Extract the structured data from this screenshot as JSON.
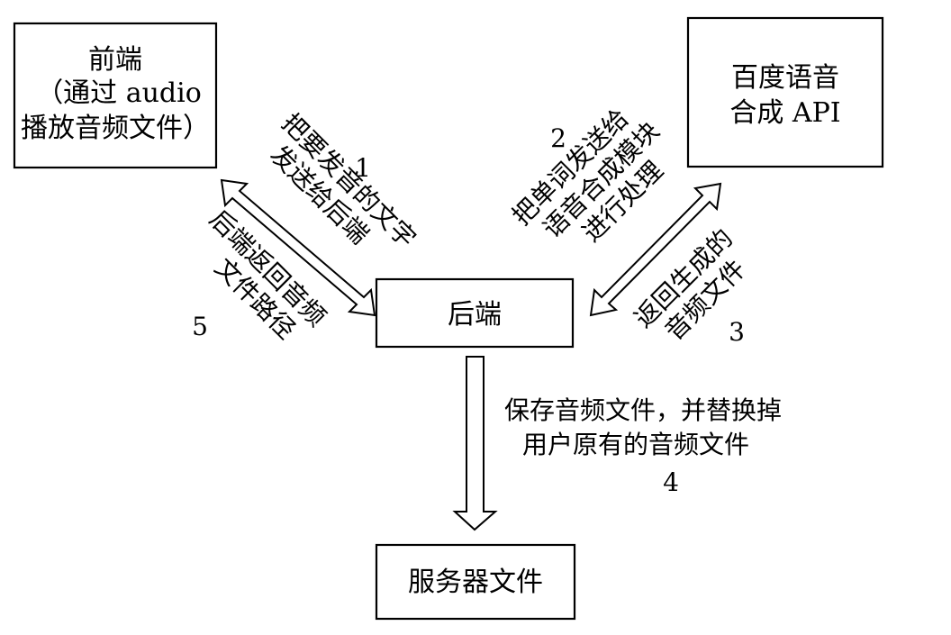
{
  "nodes": {
    "frontend": {
      "lines": [
        "前端",
        "（通过 audio",
        "播放音频文件）"
      ]
    },
    "baidu": {
      "lines": [
        "百度语音",
        "合成 API"
      ]
    },
    "backend": {
      "lines": [
        "后端"
      ]
    },
    "server": {
      "lines": [
        "服务器文件"
      ]
    }
  },
  "edges": {
    "step1": {
      "number": "1",
      "lines": [
        "把要发音的文字",
        "发送给后端"
      ]
    },
    "step5": {
      "number": "5",
      "lines": [
        "后端返回音频",
        "文件路径"
      ]
    },
    "step2": {
      "number": "2",
      "lines": [
        "把单词发送给",
        "语音合成模块",
        "进行处理"
      ]
    },
    "step3": {
      "number": "3",
      "lines": [
        "返回生成的",
        "音频文件"
      ]
    },
    "step4": {
      "number": "4",
      "lines": [
        "保存音频文件，并替换掉",
        "用户原有的音频文件"
      ]
    }
  }
}
